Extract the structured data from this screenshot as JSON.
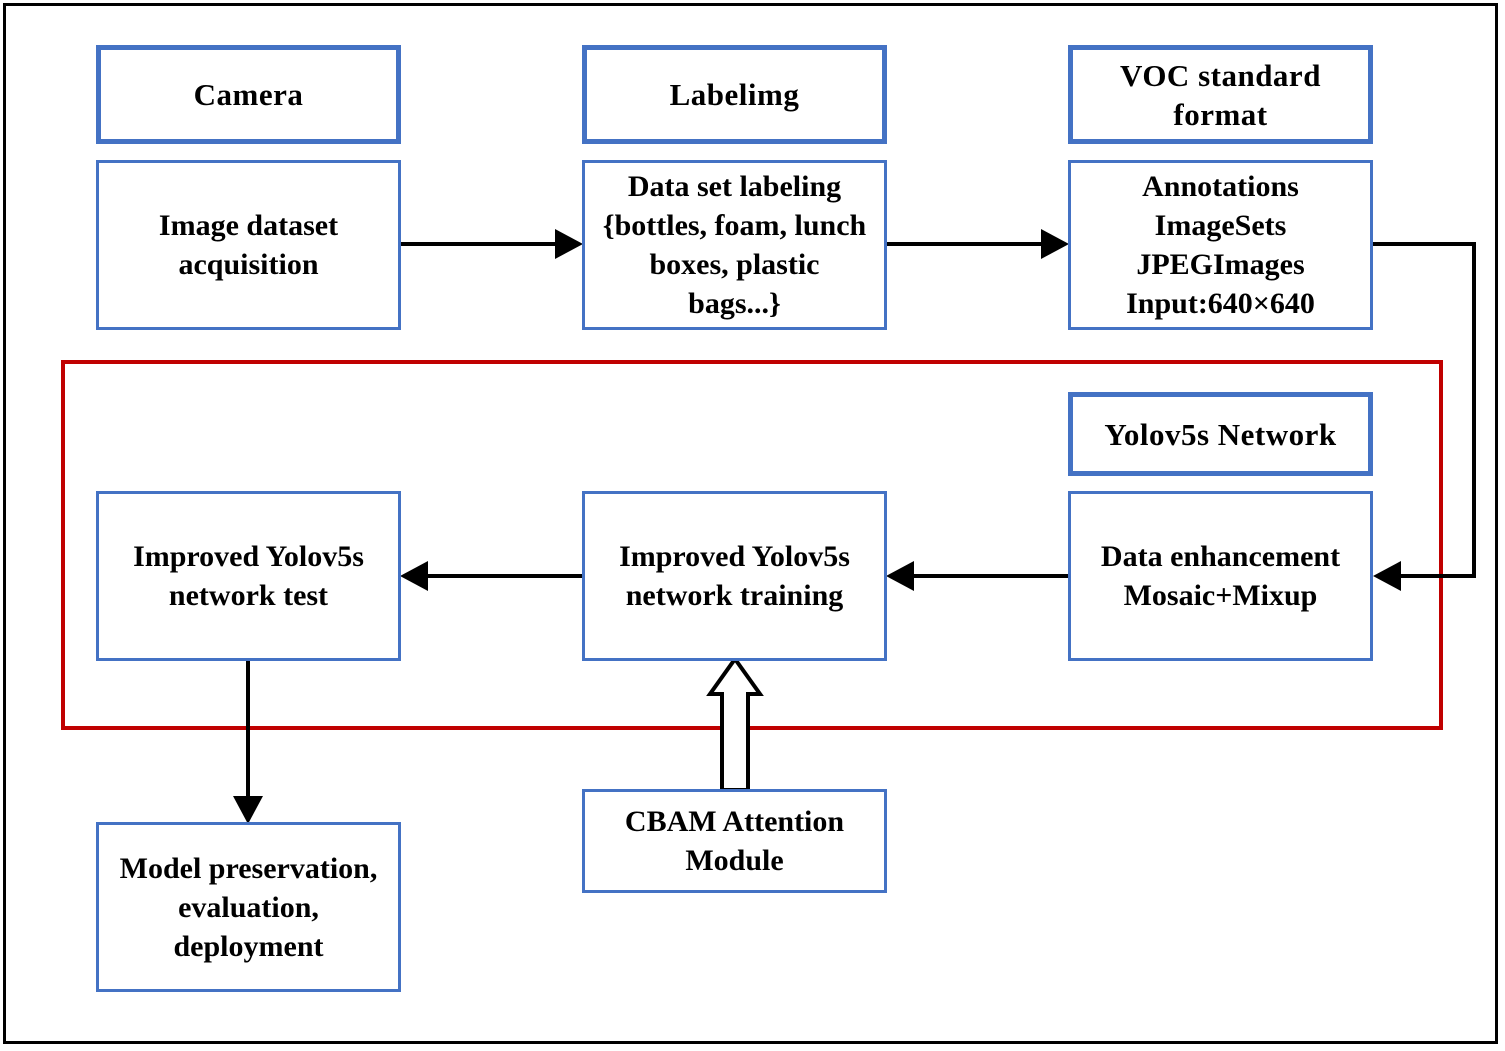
{
  "diagram": {
    "boxes": {
      "camera": {
        "lines": [
          "Camera"
        ]
      },
      "labelimg": {
        "lines": [
          "Labelimg"
        ]
      },
      "voc": {
        "lines": [
          "VOC standard",
          "format"
        ]
      },
      "acquisition": {
        "lines": [
          "Image dataset",
          "acquisition"
        ]
      },
      "labeling": {
        "lines": [
          "Data set labeling",
          "{bottles, foam, lunch",
          "boxes, plastic",
          "bags...}"
        ]
      },
      "annotations": {
        "lines": [
          "Annotations",
          "ImageSets",
          "JPEGImages",
          "Input:640×640"
        ]
      },
      "yolo_network": {
        "lines": [
          "Yolov5s Network"
        ]
      },
      "test": {
        "lines": [
          "Improved Yolov5s",
          "network test"
        ]
      },
      "training": {
        "lines": [
          "Improved Yolov5s",
          "network training"
        ]
      },
      "enhancement": {
        "lines": [
          "Data enhancement",
          "Mosaic+Mixup"
        ]
      },
      "cbam": {
        "lines": [
          "CBAM Attention",
          "Module"
        ]
      },
      "preservation": {
        "lines": [
          "Model preservation,",
          "evaluation,",
          "deployment"
        ]
      }
    },
    "colors": {
      "box_border": "#4472c4",
      "group_border": "#c00000",
      "frame": "#000000",
      "arrow": "#000000"
    }
  }
}
